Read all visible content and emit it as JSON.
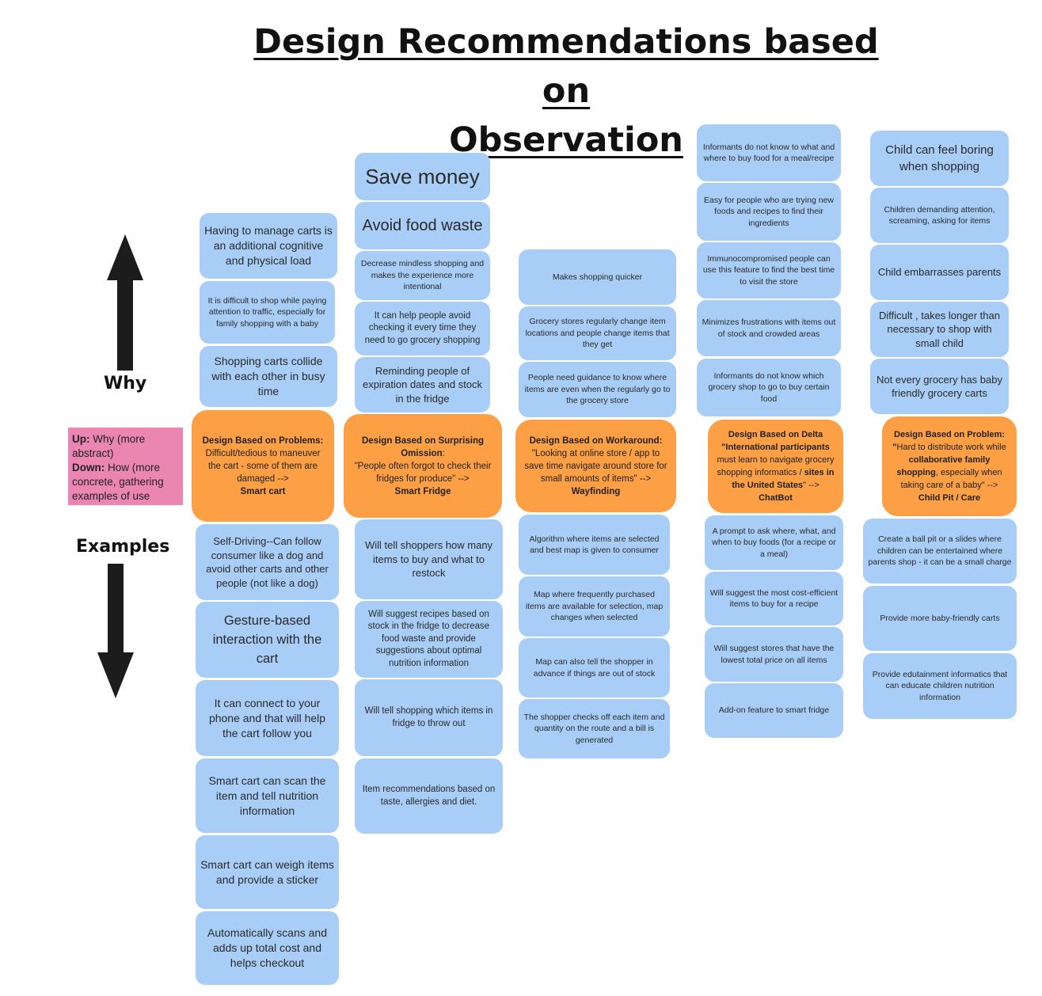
{
  "title": {
    "line1": "Design Recommendations based on ",
    "line2": "Observation"
  },
  "axis": {
    "why": "Why",
    "examples": "Examples"
  },
  "legend": {
    "up_label": "Up:",
    "up_text": " Why (more abstract)",
    "down_label": "Down:",
    "down_text": " How (more concrete, gathering examples of use"
  },
  "columns": [
    {
      "why": [
        "Having to manage carts is an additional cognitive and physical load",
        "It is difficult to shop while paying attention to traffic, especially for family shopping with a baby",
        "Shopping carts collide with each other in  busy time"
      ],
      "problem": {
        "heading": "Design Based on Problems:",
        "text": "Difficult/tedious to maneuver the cart - some of them are damaged -->",
        "result": "Smart cart"
      },
      "examples": [
        "Self-Driving--Can follow consumer like a dog and avoid other carts and other people (not like a dog)",
        "Gesture-based interaction with the cart",
        "It can connect to your phone  and that will help the cart follow you",
        "Smart cart can scan the item and tell nutrition information",
        "Smart cart can weigh items and provide a sticker",
        "Automatically scans and adds up total cost and helps checkout"
      ]
    },
    {
      "why": [
        "Save money",
        "Avoid food waste",
        "Decrease mindless  shopping and makes the experience more intentional",
        "It can help people avoid checking it every time they need to go grocery shopping",
        "Reminding people of expiration dates and stock in the fridge"
      ],
      "problem": {
        "heading": "Design Based on Surprising Omission",
        "colon": ":",
        "text": "\"People often forgot to check their fridges for produce\"  -->",
        "result": "Smart Fridge"
      },
      "examples": [
        "Will tell shoppers  how many items to buy and what to restock",
        "Will suggest recipes based on stock in the fridge to decrease food waste and provide suggestions about optimal nutrition information",
        "Will tell shopping which items in fridge to throw out",
        "Item recommendations based on taste, allergies and diet."
      ]
    },
    {
      "why": [
        "Makes shopping quicker",
        "Grocery stores regularly change item locations and people change items that they get",
        "People need guidance to know where items are even when the regularly go to the grocery store"
      ],
      "problem": {
        "heading": "Design Based on Workaround:",
        "text": "\"Looking at online store / app to save time navigate around store for small amounts of items\" -->",
        "result": "Wayfinding"
      },
      "examples": [
        "Algorithm where items are selected and best map is given to consumer",
        "Map where frequently purchased items are available for selection, map changes when selected",
        "Map can also tell the shopper in advance if things are out of stock",
        "The shopper checks off each item and quantity on the route and a bill is generated"
      ]
    },
    {
      "why": [
        "Informants do not know to what and where to buy food for a meal/recipe",
        "Easy for people who are trying new foods and recipes to find their ingredients",
        "Immunocompromised people can use this feature to find the best time to visit the store",
        "Minimizes frustrations with items out of stock and crowded areas",
        "Informants do not know which grocery shop to go to buy certain food"
      ],
      "problem": {
        "heading": "Design Based on Delta",
        "quote_open": "\"",
        "bold1": "International participants",
        "text1": " must learn to navigate grocery shopping informatics / ",
        "bold2": "sites in the United States",
        "text2": "\" -->",
        "result": "ChatBot"
      },
      "examples": [
        "A prompt to ask where, what, and when to buy foods (for a recipe or a meal)",
        "Will suggest the most cost-efficient items to buy for a recipe",
        "Will suggest stores that have the lowest total price on all items",
        "Add-on feature to smart fridge"
      ]
    },
    {
      "why": [
        "Child can feel boring when shopping",
        "Children  demanding attention, screaming, asking for items",
        "Child embarrasses parents",
        "Difficult , takes longer than necessary to shop with small child",
        "Not every grocery has baby friendly grocery carts"
      ],
      "problem": {
        "heading": "Design Based on Problem:",
        "quote_open": " \"",
        "text1": "Hard to distribute work while ",
        "bold1": "collaborative family shopping",
        "text2": ", especially when taking care of a baby\" -->",
        "result": "Child Pit / Care"
      },
      "examples": [
        "Create a ball pit or a slides where children can be entertained where parents shop - it can be a small charge",
        "Provide more baby-friendly carts",
        "Provide edutainment informatics that can educate children nutrition information"
      ]
    }
  ],
  "colors": {
    "note": "#a8cdf7",
    "problem": "#fd9f45",
    "legend": "#eb86b3",
    "arrow": "#1c1c1c"
  },
  "icons": [
    "arrow-up-icon",
    "arrow-down-icon"
  ]
}
